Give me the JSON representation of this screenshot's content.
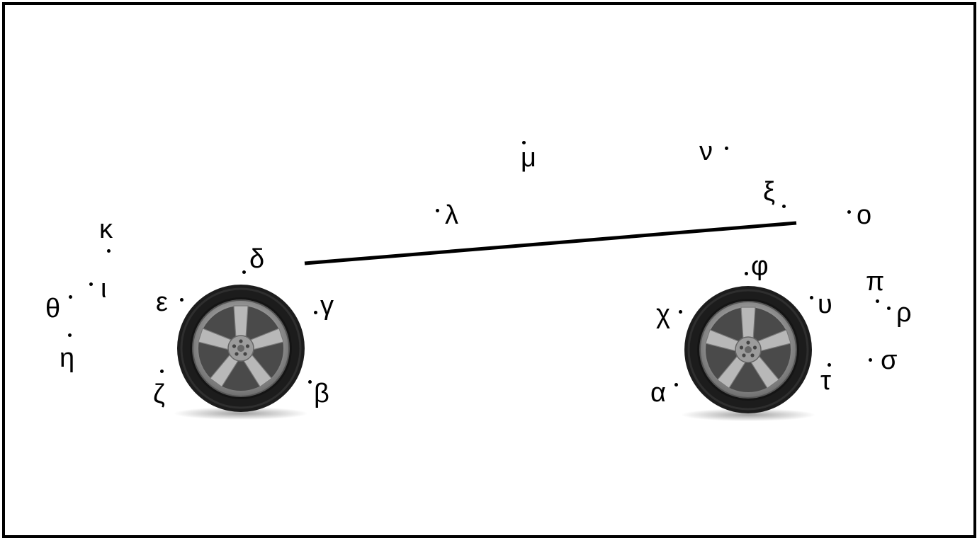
{
  "diagram": {
    "colors": {
      "ink": "#000000",
      "tire": "#1a1a1a",
      "rim": "#9a9a9a",
      "background": "#ffffff"
    },
    "wheels": [
      {
        "name": "rear-wheel",
        "icon": "wheel-icon"
      },
      {
        "name": "front-wheel",
        "icon": "wheel-icon"
      }
    ],
    "points": [
      {
        "id": "alpha",
        "label": "α"
      },
      {
        "id": "beta",
        "label": "β"
      },
      {
        "id": "gamma",
        "label": "γ"
      },
      {
        "id": "delta",
        "label": "δ"
      },
      {
        "id": "epsilon",
        "label": "ε"
      },
      {
        "id": "zeta",
        "label": "ζ"
      },
      {
        "id": "eta",
        "label": "η"
      },
      {
        "id": "theta",
        "label": "θ"
      },
      {
        "id": "iota",
        "label": "ι"
      },
      {
        "id": "kappa",
        "label": "κ"
      },
      {
        "id": "lambda",
        "label": "λ"
      },
      {
        "id": "mu",
        "label": "μ"
      },
      {
        "id": "nu",
        "label": "ν"
      },
      {
        "id": "xi",
        "label": "ξ"
      },
      {
        "id": "omicron",
        "label": "ο"
      },
      {
        "id": "pi",
        "label": "π"
      },
      {
        "id": "rho",
        "label": "ρ"
      },
      {
        "id": "sigma",
        "label": "σ"
      },
      {
        "id": "tau",
        "label": "τ"
      },
      {
        "id": "upsilon",
        "label": "υ"
      },
      {
        "id": "phi",
        "label": "φ"
      },
      {
        "id": "chi",
        "label": "χ"
      }
    ]
  }
}
